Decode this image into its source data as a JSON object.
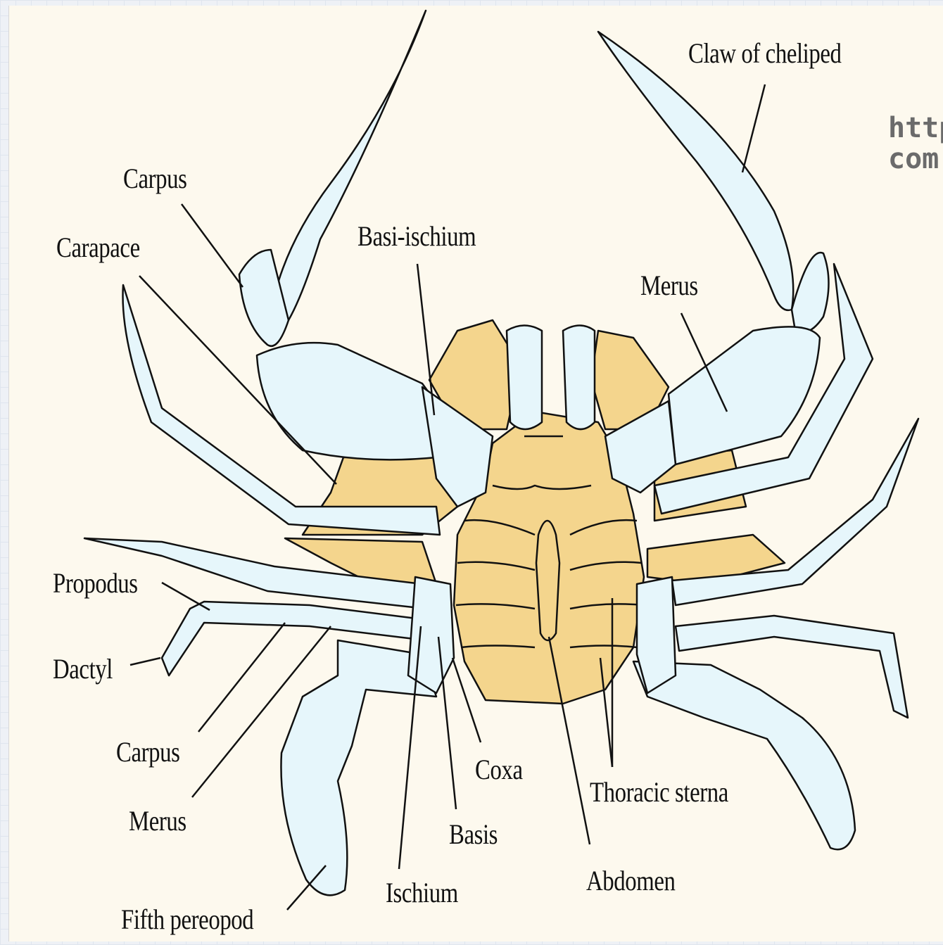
{
  "diagram": {
    "labels": {
      "claw_of_cheliped": "Claw of cheliped",
      "carpus_top": "Carpus",
      "carapace": "Carapace",
      "basi_ischium": "Basi-ischium",
      "merus_top": "Merus",
      "propodus": "Propodus",
      "dactyl": "Dactyl",
      "carpus_bottom": "Carpus",
      "merus_bottom": "Merus",
      "fifth_pereopod": "Fifth pereopod",
      "ischium": "Ischium",
      "basis": "Basis",
      "coxa": "Coxa",
      "abdomen": "Abdomen",
      "thoracic_sterna": "Thoracic sterna"
    },
    "watermark_line1": "http",
    "watermark_line2": "com"
  },
  "colors": {
    "appendage_fill": "#e6f6fb",
    "body_fill": "#f4d58d",
    "outline": "#111111",
    "paper": "#fdf9ee"
  }
}
